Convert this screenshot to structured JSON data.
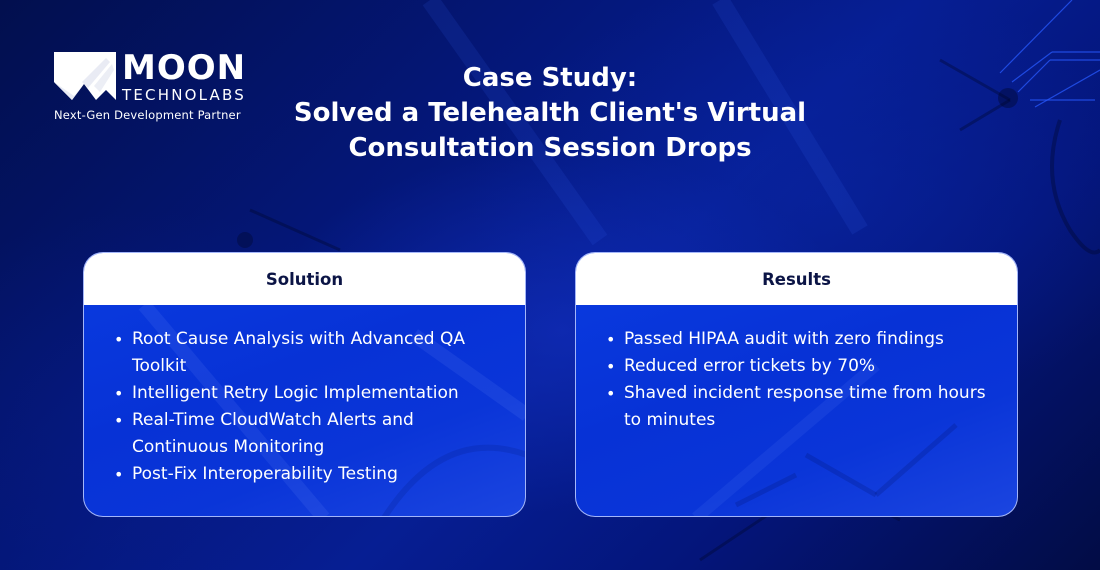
{
  "brand": {
    "name": "MOON",
    "subname": "TECHNOLABS",
    "tagline": "Next-Gen Development Partner",
    "logo_icon": "mountain-peaks-logo-icon"
  },
  "title": {
    "line1": "Case Study:",
    "line2": "Solved a Telehealth Client's Virtual",
    "line3": "Consultation Session Drops"
  },
  "cards": [
    {
      "heading": "Solution",
      "items": [
        "Root Cause Analysis with Advanced QA Toolkit",
        "Intelligent Retry Logic Implementation",
        "Real-Time CloudWatch Alerts and Continuous Monitoring",
        "Post-Fix Interoperability Testing"
      ]
    },
    {
      "heading": "Results",
      "items": [
        "Passed HIPAA audit with zero findings",
        "Reduced error tickets by 70%",
        "Shaved incident response time from hours to minutes"
      ]
    }
  ],
  "colors": {
    "background_dark": "#020f4e",
    "background_mid": "#061e93",
    "card_body": "#0732d6",
    "card_header": "#ffffff",
    "card_heading_text": "#0b1445",
    "text": "#ffffff"
  }
}
